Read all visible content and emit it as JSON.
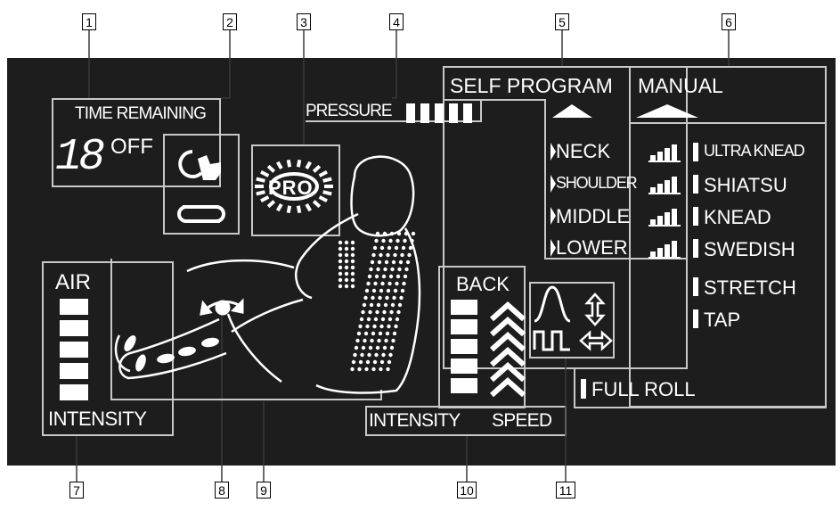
{
  "callouts": [
    "1",
    "2",
    "3",
    "4",
    "5",
    "6",
    "7",
    "8",
    "9",
    "10",
    "11"
  ],
  "time": {
    "title": "TIME REMAINING",
    "digits": "18",
    "off": "OFF"
  },
  "pro": "PRO",
  "pressure": {
    "label": "PRESSURE",
    "segments": 5
  },
  "self_program": {
    "title": "SELF PROGRAM",
    "areas": [
      "NECK",
      "SHOULDER",
      "MIDDLE",
      "LOWER"
    ]
  },
  "manual": {
    "title": "MANUAL",
    "modes": [
      "ULTRA KNEAD",
      "SHIATSU",
      "KNEAD",
      "SWEDISH",
      "STRETCH",
      "TAP"
    ],
    "full_roll": "FULL ROLL"
  },
  "air": {
    "title": "AIR",
    "bottom": "INTENSITY",
    "bars": 5
  },
  "back": {
    "title": "BACK",
    "intensity": "INTENSITY",
    "speed": "SPEED",
    "bars": 5,
    "chevrons": 6
  },
  "icons": [
    "rotate-hand-icon",
    "loop-icon",
    "pro-dial-icon",
    "wave-pattern-icon",
    "pulse-pattern-icon",
    "vertical-arrows-icon",
    "horizontal-arrows-icon",
    "body-outline-icon",
    "foot-roller-icon"
  ],
  "colors": {
    "lcd_background": "#1d1d1d",
    "lcd_foreground": "#ffffff",
    "frame_lines": "#c8c8c8"
  }
}
